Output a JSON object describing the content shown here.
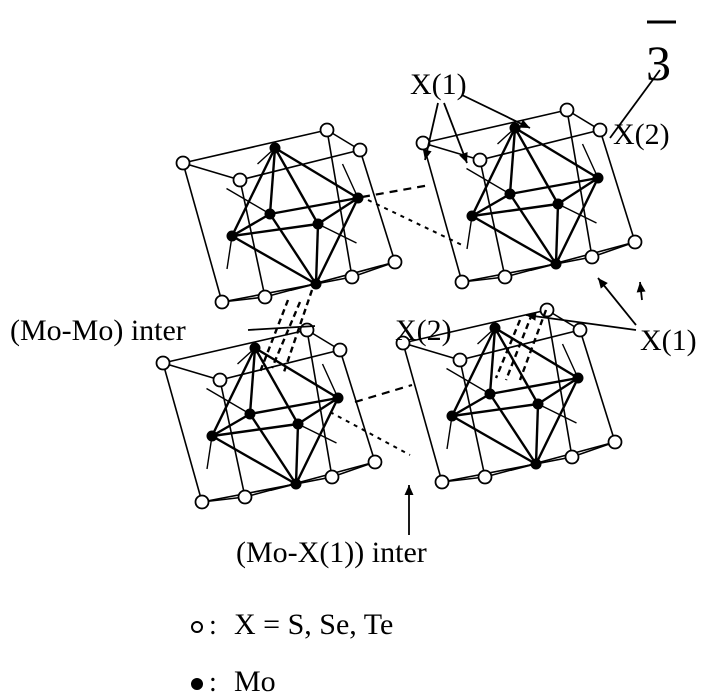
{
  "labels": {
    "symmetry": "3",
    "x1_top": "X(1)",
    "x2_top": "X(2)",
    "x2_mid": "X(2)",
    "x1_right": "X(1)",
    "mo_mo_inter": "(Mo-Mo) inter",
    "mo_x1_inter": "(Mo-X(1)) inter"
  },
  "legend": [
    {
      "symbol": "open-circle",
      "text": "X = S, Se, Te"
    },
    {
      "symbol": "filled-circle",
      "text": "Mo"
    }
  ],
  "legend_separator": ":",
  "colors": {
    "ink": "#000000",
    "paper": "#ffffff"
  }
}
